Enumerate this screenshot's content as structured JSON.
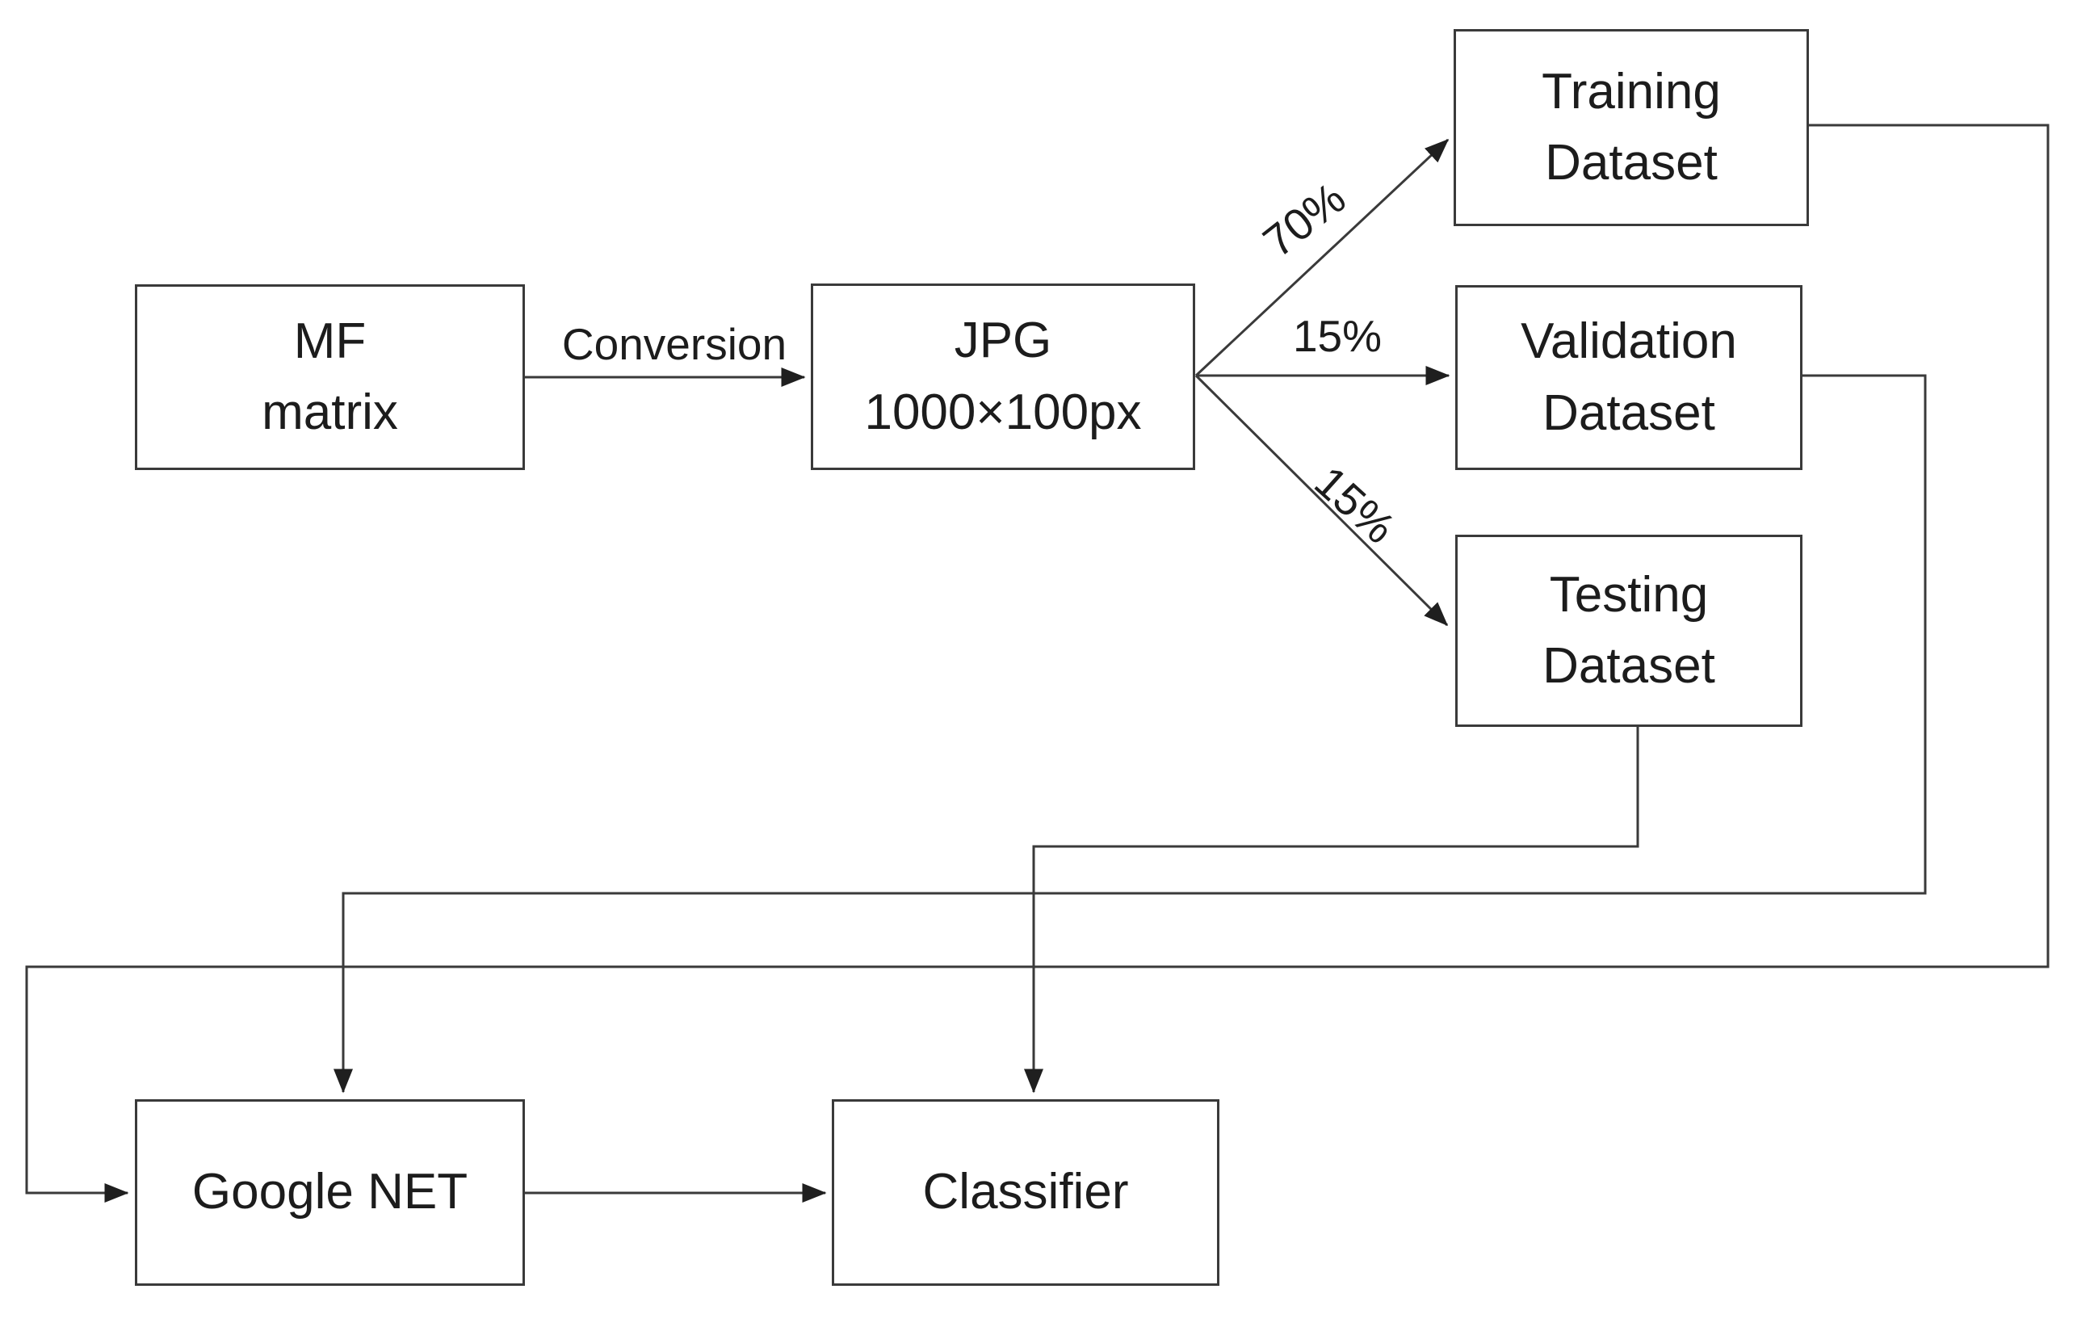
{
  "diagram": {
    "background_color": "#ffffff",
    "line_color": "#3a3a3a",
    "text_color": "#1c1c1c",
    "nodes": {
      "mf_matrix": {
        "line1": "MF",
        "line2": "matrix"
      },
      "jpg": {
        "line1": "JPG",
        "line2": "1000×100px"
      },
      "training": {
        "line1": "Training",
        "line2": "Dataset"
      },
      "validation": {
        "line1": "Validation",
        "line2": "Dataset"
      },
      "testing": {
        "line1": "Testing",
        "line2": "Dataset"
      },
      "googlenet": {
        "label": "Google NET"
      },
      "classifier": {
        "label": "Classifier"
      }
    },
    "edge_labels": {
      "conversion": "Conversion",
      "training_split": "70%",
      "validation_split": "15%",
      "testing_split": "15%"
    }
  }
}
